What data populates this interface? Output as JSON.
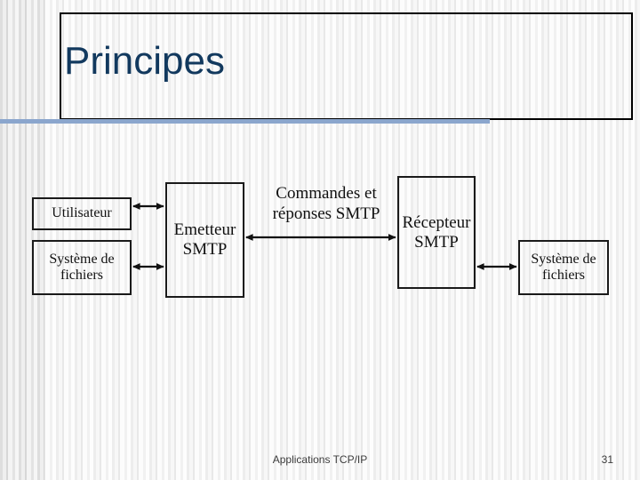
{
  "slide": {
    "title": "Principes",
    "accent_color": "#12395e",
    "rule_color": "#8ba6cd",
    "background_color": "#fbfbfb"
  },
  "diagram": {
    "boxes": [
      {
        "id": "utilisateur",
        "label": "Utilisateur"
      },
      {
        "id": "fs-left",
        "label": "Système de fichiers"
      },
      {
        "id": "emetteur",
        "label": "Emetteur SMTP"
      },
      {
        "id": "recepteur",
        "label": "Récepteur SMTP"
      },
      {
        "id": "fs-right",
        "label": "Système de fichiers"
      }
    ],
    "connector_label": "Commandes et réponses SMTP",
    "connectors": [
      {
        "from": "utilisateur",
        "to": "emetteur",
        "style": "double-arrow"
      },
      {
        "from": "fs-left",
        "to": "emetteur",
        "style": "double-arrow"
      },
      {
        "from": "emetteur",
        "to": "recepteur",
        "style": "double-arrow"
      },
      {
        "from": "recepteur",
        "to": "fs-right",
        "style": "double-arrow"
      }
    ],
    "line_color": "#111111"
  },
  "footer": {
    "center": "Applications TCP/IP",
    "page_number": "31"
  }
}
